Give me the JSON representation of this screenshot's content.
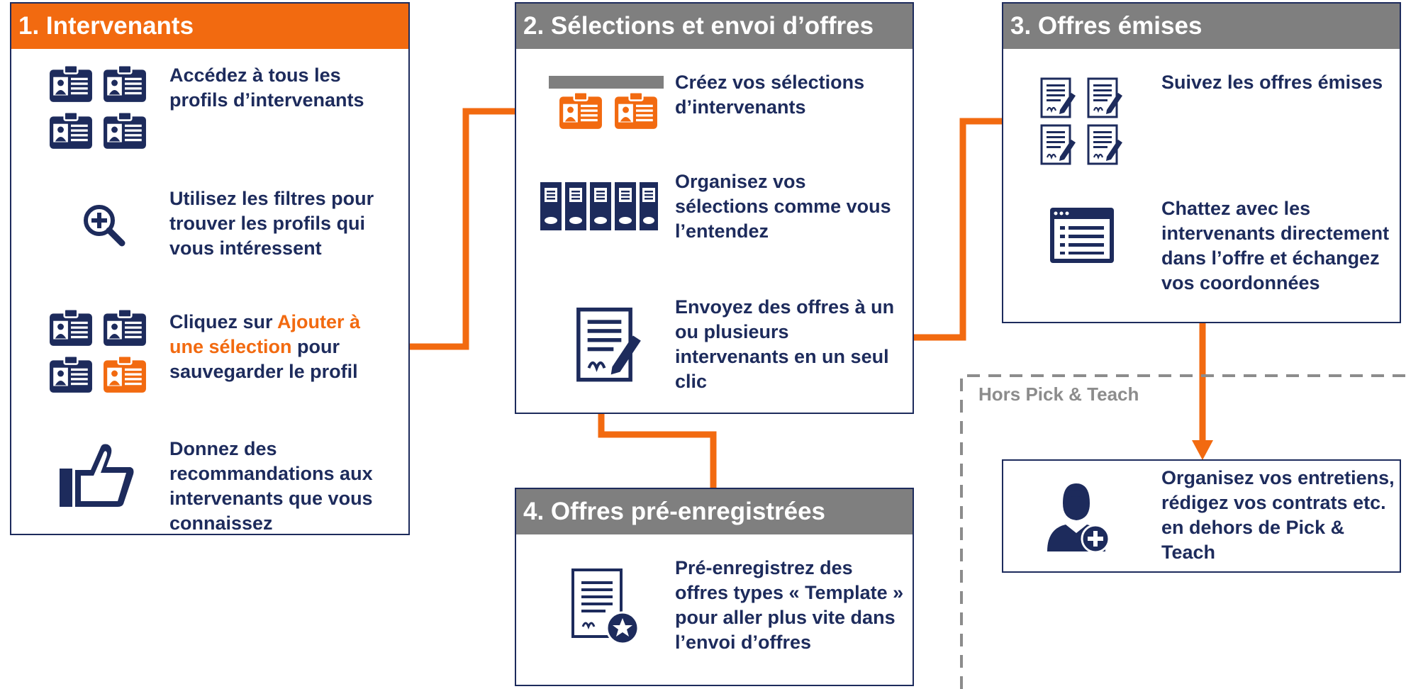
{
  "colors": {
    "navy": "#1d2b5c",
    "orange": "#f26a10",
    "gray": "#7f7f7f",
    "dash": "#8c8c8c"
  },
  "panel1": {
    "title": "1. Intervenants",
    "item1": "Accédez à tous les profils d’intervenants",
    "item2": "Utilisez les filtres pour trouver les profils qui vous intéressent",
    "item3_pre": "Cliquez sur ",
    "item3_highlight": "Ajouter à une sélection",
    "item3_post": " pour sauvegarder le profil",
    "item4": "Donnez des recommandations aux intervenants que vous connaissez",
    "icons": [
      "id-badge-icon",
      "magnifier-plus-icon",
      "id-badge-icon",
      "thumbs-up-icon"
    ]
  },
  "panel2": {
    "title": "2. Sélections et envoi d’offres",
    "item1": "Créez vos sélections d’intervenants",
    "item2": "Organisez vos sélections comme vous l’entendez",
    "item3": "Envoyez des offres à un ou plusieurs intervenants en un seul clic",
    "icons": [
      "id-badge-icon",
      "binders-icon",
      "signed-document-icon"
    ]
  },
  "panel3": {
    "title": "3. Offres émises",
    "item1": "Suivez les offres émises",
    "item2": "Chattez avec les intervenants directement dans l’offre et échangez vos coordonnées",
    "icons": [
      "signed-document-icon",
      "browser-window-icon"
    ]
  },
  "panel4": {
    "title": "4. Offres pré-enregistrées",
    "item1": "Pré-enregistrez des offres types « Template » pour aller plus vite dans l’envoi d’offres",
    "icons": [
      "template-document-star-icon"
    ]
  },
  "outside": {
    "label": "Hors Pick & Teach",
    "item1": "Organisez vos entretiens, rédigez vos contrats etc. en dehors de Pick & Teach",
    "icons": [
      "user-add-icon"
    ]
  }
}
